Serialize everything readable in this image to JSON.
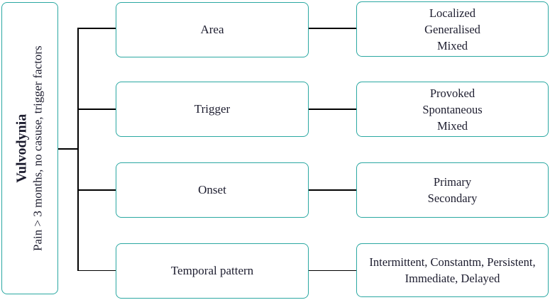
{
  "diagram": {
    "root": {
      "title": "Vulvodynia",
      "subtitle": "Pain > 3 months, no casuse, trigger factors"
    },
    "branches": [
      {
        "label": "Area",
        "values": [
          "Localized",
          "Generalised",
          "Mixed"
        ]
      },
      {
        "label": "Trigger",
        "values": [
          "Provoked",
          "Spontaneous",
          "Mixed"
        ]
      },
      {
        "label": "Onset",
        "values": [
          "Primary",
          "Secondary"
        ]
      },
      {
        "label": "Temporal pattern",
        "values": [
          "Intermittent, Constantm, Persistent,",
          "Immediate, Delayed"
        ]
      }
    ],
    "colors": {
      "box_border": "#2BA8A2",
      "connector_line": "#000000",
      "text": "#1c1c2e"
    }
  }
}
